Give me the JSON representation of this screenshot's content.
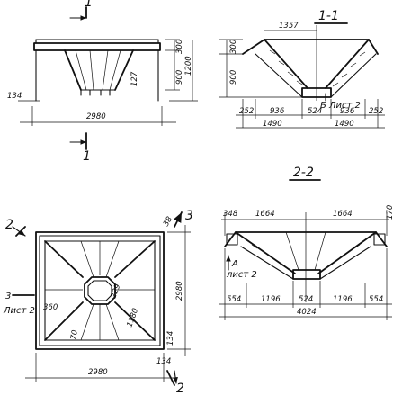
{
  "elevation_view": {
    "section_mark": "1",
    "dimensions": {
      "overall_width": "2980",
      "top_height": "300",
      "total_height": "1200",
      "hopper_height": "900",
      "left_offset": "134",
      "lug": "127"
    }
  },
  "section_1_1": {
    "title": "1-1",
    "sheet_ref": "Лист 2",
    "callout": "Б",
    "dimensions": {
      "top_span": "1357",
      "top_height": "300",
      "side_height": "900",
      "left_edge": "252",
      "left_slope": "936",
      "opening": "524",
      "right_slope": "936",
      "right_edge": "252",
      "half_left": "1490",
      "half_right": "1490"
    }
  },
  "plan_view": {
    "section_mark_2": "2",
    "section_mark_3": "3",
    "side_label_3": "3",
    "sheet_ref": "Лист 2",
    "dimensions": {
      "width": "2980",
      "height": "2980",
      "corner": "38",
      "edge_bottom": "134",
      "edge_right": "134",
      "opening": "360",
      "diag_a": "229",
      "diag_b": "1180",
      "small": "70"
    }
  },
  "section_2_2": {
    "title": "2-2",
    "callout": "A",
    "sheet_ref": "лист 2",
    "dimensions": {
      "left_edge_top": "348",
      "top_left": "1664",
      "top_right": "1664",
      "right_edge_top": "170",
      "left_edge": "554",
      "left_slope": "1196",
      "opening": "524",
      "right_slope": "1196",
      "right_edge": "554",
      "overall": "4024"
    }
  }
}
